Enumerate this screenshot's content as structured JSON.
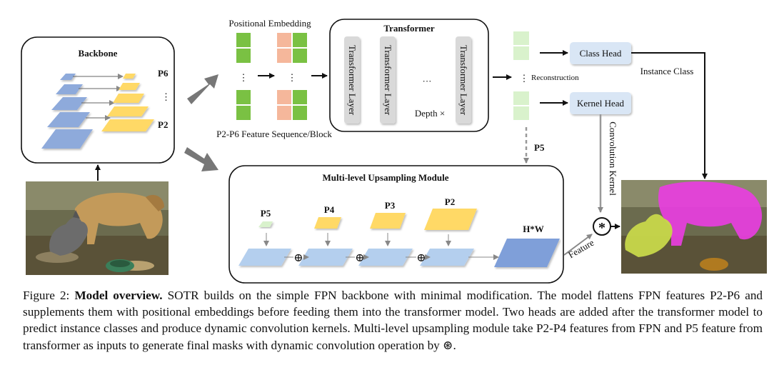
{
  "figure": {
    "backbone": {
      "title": "Backbone",
      "p6": "P6",
      "p2": "P2",
      "dots": "⋮"
    },
    "positional_embedding": "Positional Embedding",
    "feature_sequence": "P2-P6 Feature Sequence/Block",
    "transformer": {
      "title": "Transformer",
      "layer_label": "Transformer Layer",
      "ellipsis": "···",
      "depth": "Depth ×"
    },
    "reconstruction": "Reconstruction",
    "class_head": "Class Head",
    "kernel_head": "Kernel Head",
    "instance_class": "Instance Class",
    "convolution_kernel": "Convolution Kernel",
    "p5_arrow": "P5",
    "upsampling": {
      "title": "Multi-level Upsampling Module",
      "p5": "P5",
      "p4": "P4",
      "p3": "P3",
      "p2": "P2",
      "hw": "H*W",
      "plus": "⊕"
    },
    "feature": "Feature",
    "conv_op": "*"
  },
  "caption": {
    "figure_label": "Figure 2:",
    "bold_title": "Model overview.",
    "text": "SOTR builds on the simple FPN backbone with minimal modification. The model flattens FPN features P2-P6 and supplements them with positional embeddings before feeding them into the transformer model. Two heads are added after the transformer model to predict instance classes and produce dynamic convolution kernels. Multi-level upsampling module take P2-P4 features from FPN and P5 feature from transformer as inputs to generate final masks with dynamic convolution operation by ⊛."
  },
  "colors": {
    "feature_green": "#7ac143",
    "embed_pink": "#f5b79b",
    "backbone_blue": "#8eaadb",
    "backbone_yellow": "#ffd966",
    "up_blue": "#b4cfee",
    "hw_blue": "#7f9fd9",
    "head_fill": "#d9e6f5",
    "layer_gray": "#d9d9d9",
    "mask_magenta": "#e83ee0",
    "mask_yellow": "#c8d84a"
  }
}
